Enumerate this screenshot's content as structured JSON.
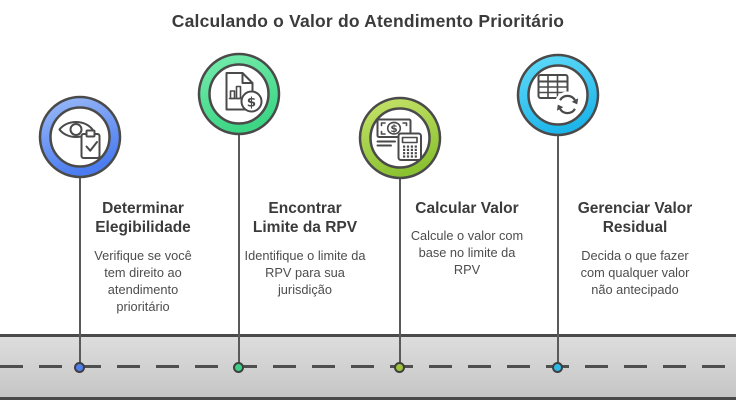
{
  "title": "Calculando o Valor do Atendimento Prioritário",
  "icon_glyphs": {
    "dollar": "$"
  },
  "colors": {
    "title_color": "#3b3b3b",
    "heading_color": "#3b3b3b",
    "body_color": "#4d4d4d",
    "outline": "#4a4a4a",
    "stem": "#5a5a5a",
    "road_line": "#4a4a4a",
    "road_top": "#dddddd",
    "road_bottom": "#c6c6c6",
    "dash": "#4f4f4f"
  },
  "steps": [
    {
      "heading": "Determinar Elegibilidade",
      "description": "Verifique se você tem direito ao atendimento prioritário",
      "icon": "eye-clipboard-check-icon",
      "ring_start": "#9dbcf7",
      "ring_end": "#4b7cf0",
      "dot": "#4f7ef0"
    },
    {
      "heading": "Encontrar Limite da RPV",
      "description": "Identifique o limite da RPV para sua jurisdição",
      "icon": "document-chart-dollar-icon",
      "ring_start": "#79ecae",
      "ring_end": "#3cd685",
      "dot": "#3fce85"
    },
    {
      "heading": "Calcular Valor",
      "description": "Calcule o valor com base no limite da RPV",
      "icon": "banknote-calculator-icon",
      "ring_start": "#c9e46c",
      "ring_end": "#8bc232",
      "dot": "#9fc23c"
    },
    {
      "heading": "Gerenciar Valor Residual",
      "description": "Decida o que fazer com qualquer valor não antecipado",
      "icon": "table-refresh-icon",
      "ring_start": "#63dcfa",
      "ring_end": "#1eb6ea",
      "dot": "#2fb9e8"
    }
  ]
}
